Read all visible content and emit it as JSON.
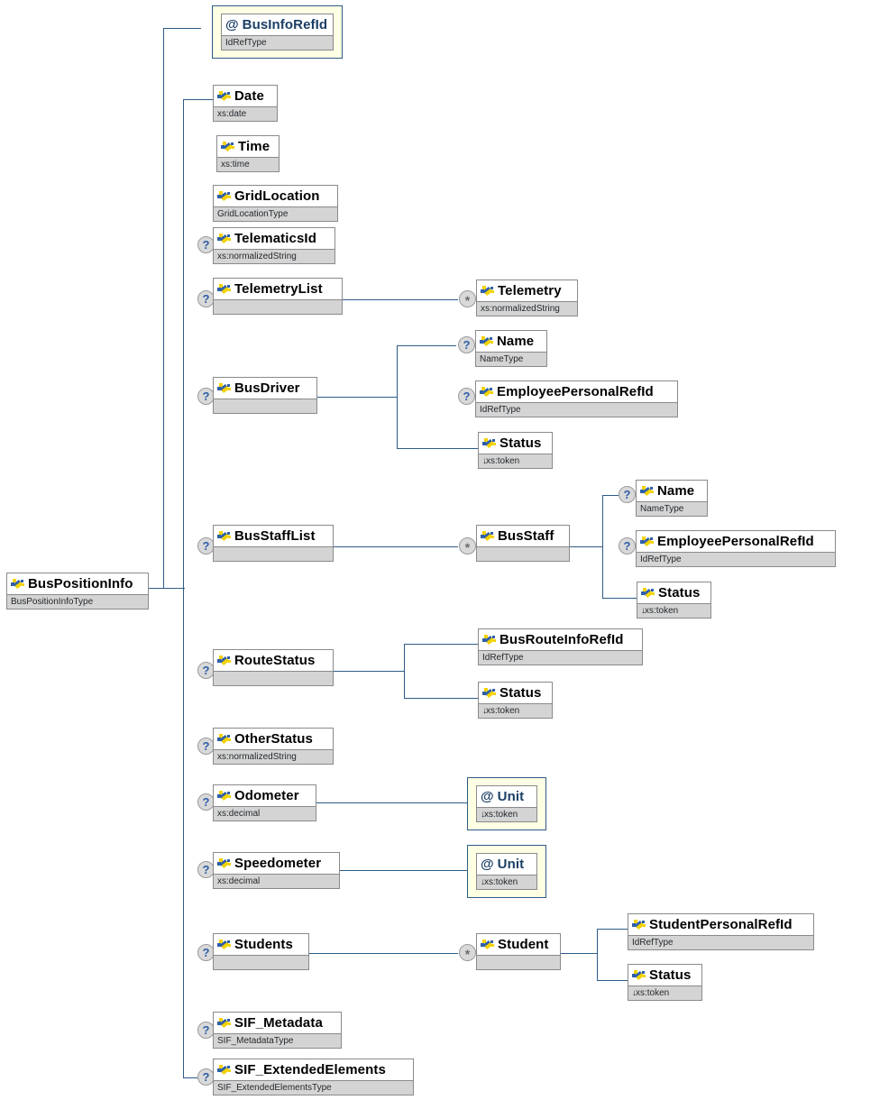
{
  "diagram": {
    "title": "BusPositionInfo XML Schema Diagram",
    "root": {
      "label": "BusPositionInfo",
      "type": "BusPositionInfoType",
      "icon": "element-icon"
    },
    "colors": {
      "line": "#2e5c88",
      "attribute_frame": "#2e5c88",
      "attribute_fill": "#ffffe4",
      "type_row": "#d4d4d4",
      "badge_fill": "#d9d9d9",
      "icon_blue": "#2f5fa8",
      "icon_yellow": "#f2d200"
    },
    "badges": {
      "optional": "?",
      "repeating": "*"
    },
    "nodes": [
      {
        "label": "BusInfoRefId",
        "type": "IdRefType",
        "kind": "attribute",
        "icon": "at-sign-icon",
        "badge": ""
      },
      {
        "label": "Date",
        "type": "xs:date",
        "kind": "element",
        "icon": "element-icon",
        "badge": ""
      },
      {
        "label": "Time",
        "type": "xs:time",
        "kind": "element",
        "icon": "element-icon",
        "badge": ""
      },
      {
        "label": "GridLocation",
        "type": "GridLocationType",
        "kind": "element",
        "icon": "element-icon",
        "badge": ""
      },
      {
        "label": "TelematicsId",
        "type": "xs:normalizedString",
        "kind": "element",
        "icon": "element-icon",
        "badge": "?"
      },
      {
        "label": "TelemetryList",
        "type": "",
        "kind": "element",
        "icon": "element-icon",
        "badge": "?"
      },
      {
        "label": "Telemetry",
        "type": "xs:normalizedString",
        "kind": "element",
        "icon": "element-icon",
        "badge": "*"
      },
      {
        "label": "BusDriver",
        "type": "",
        "kind": "element",
        "icon": "element-icon",
        "badge": "?"
      },
      {
        "label": "Name",
        "type": "NameType",
        "kind": "element",
        "icon": "element-icon",
        "badge": "?"
      },
      {
        "label": "EmployeePersonalRefId",
        "type": "IdRefType",
        "kind": "element",
        "icon": "element-icon",
        "badge": "?"
      },
      {
        "label": "Status",
        "type": "xs:token",
        "kind": "element",
        "icon": "element-icon",
        "badge": "",
        "derived": true
      },
      {
        "label": "BusStaffList",
        "type": "",
        "kind": "element",
        "icon": "element-icon",
        "badge": "?"
      },
      {
        "label": "BusStaff",
        "type": "",
        "kind": "element",
        "icon": "element-icon",
        "badge": "*"
      },
      {
        "label": "Name",
        "type": "NameType",
        "kind": "element",
        "icon": "element-icon",
        "badge": "?"
      },
      {
        "label": "EmployeePersonalRefId",
        "type": "IdRefType",
        "kind": "element",
        "icon": "element-icon",
        "badge": "?"
      },
      {
        "label": "Status",
        "type": "xs:token",
        "kind": "element",
        "icon": "element-icon",
        "badge": "",
        "derived": true
      },
      {
        "label": "RouteStatus",
        "type": "",
        "kind": "element",
        "icon": "element-icon",
        "badge": "?"
      },
      {
        "label": "BusRouteInfoRefId",
        "type": "IdRefType",
        "kind": "element",
        "icon": "element-icon",
        "badge": ""
      },
      {
        "label": "Status",
        "type": "xs:token",
        "kind": "element",
        "icon": "element-icon",
        "badge": "",
        "derived": true
      },
      {
        "label": "OtherStatus",
        "type": "xs:normalizedString",
        "kind": "element",
        "icon": "element-icon",
        "badge": "?"
      },
      {
        "label": "Odometer",
        "type": "xs:decimal",
        "kind": "element",
        "icon": "element-icon",
        "badge": "?"
      },
      {
        "label": "Unit",
        "type": "xs:token",
        "kind": "attribute",
        "icon": "at-sign-icon",
        "badge": "",
        "derived": true
      },
      {
        "label": "Speedometer",
        "type": "xs:decimal",
        "kind": "element",
        "icon": "element-icon",
        "badge": "?"
      },
      {
        "label": "Unit",
        "type": "xs:token",
        "kind": "attribute",
        "icon": "at-sign-icon",
        "badge": "",
        "derived": true
      },
      {
        "label": "Students",
        "type": "",
        "kind": "element",
        "icon": "element-icon",
        "badge": "?"
      },
      {
        "label": "Student",
        "type": "",
        "kind": "element",
        "icon": "element-icon",
        "badge": "*"
      },
      {
        "label": "StudentPersonalRefId",
        "type": "IdRefType",
        "kind": "element",
        "icon": "element-icon",
        "badge": ""
      },
      {
        "label": "Status",
        "type": "xs:token",
        "kind": "element",
        "icon": "element-icon",
        "badge": "",
        "derived": true
      },
      {
        "label": "SIF_Metadata",
        "type": "SIF_MetadataType",
        "kind": "element",
        "icon": "element-icon",
        "badge": "?"
      },
      {
        "label": "SIF_ExtendedElements",
        "type": "SIF_ExtendedElementsType",
        "kind": "element",
        "icon": "element-icon",
        "badge": "?"
      }
    ]
  }
}
